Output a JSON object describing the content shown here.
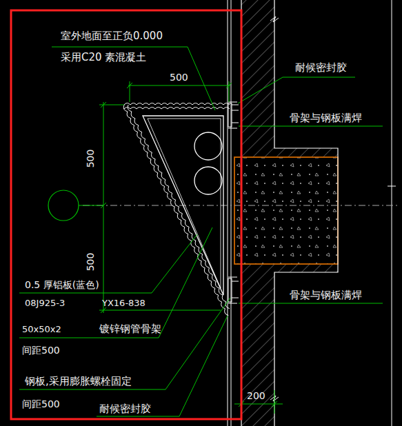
{
  "diagram": {
    "labels": [
      "室外地面至正负0.000",
      "采用C20 素混凝土",
      "500",
      "500",
      "500",
      "耐候密封胶",
      "骨架与钢板满焊",
      "骨架与钢板满焊",
      "0.5 厚铝板(蓝色)",
      "08J925-3",
      "YX16-838",
      "50x50x2",
      "镀锌钢管骨架",
      "间距500",
      "钢板,采用膨胀螺栓固定",
      "间距500",
      "耐候密封胶",
      "200"
    ]
  }
}
